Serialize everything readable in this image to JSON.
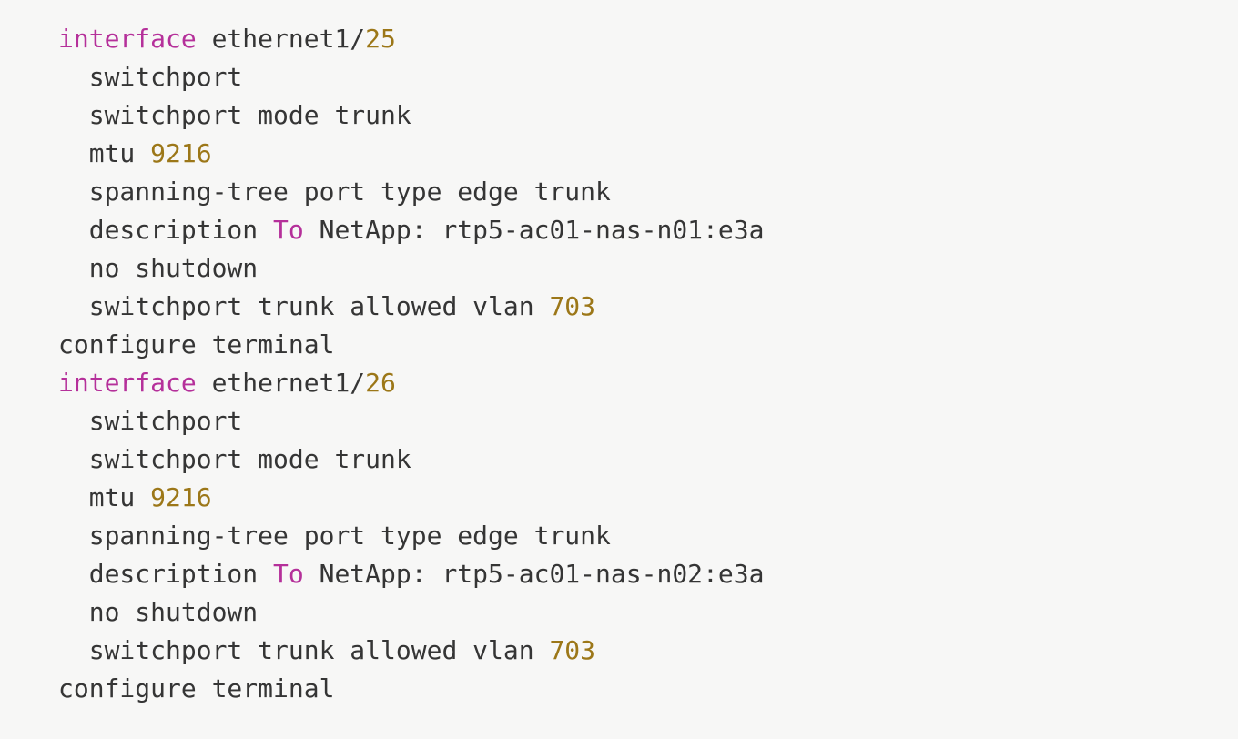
{
  "editor": {
    "language": "cisco-nxos-config",
    "background_color": "#f7f7f6",
    "colors": {
      "plain": "#353535",
      "keyword": "#b5309a",
      "number": "#9c7718"
    },
    "indent": "  ",
    "lines": [
      {
        "indent": 0,
        "tokens": [
          {
            "t": "interface",
            "c": "keyword"
          },
          {
            "t": " ethernet1/",
            "c": "plain"
          },
          {
            "t": "25",
            "c": "number"
          }
        ]
      },
      {
        "indent": 1,
        "tokens": [
          {
            "t": "switchport",
            "c": "plain"
          }
        ]
      },
      {
        "indent": 1,
        "tokens": [
          {
            "t": "switchport mode trunk",
            "c": "plain"
          }
        ]
      },
      {
        "indent": 1,
        "tokens": [
          {
            "t": "mtu ",
            "c": "plain"
          },
          {
            "t": "9216",
            "c": "number"
          }
        ]
      },
      {
        "indent": 1,
        "tokens": [
          {
            "t": "spanning-tree port type edge trunk",
            "c": "plain"
          }
        ]
      },
      {
        "indent": 1,
        "tokens": [
          {
            "t": "description ",
            "c": "plain"
          },
          {
            "t": "To",
            "c": "keyword"
          },
          {
            "t": " NetApp: rtp5-ac01-nas-n01:e3a",
            "c": "plain"
          }
        ]
      },
      {
        "indent": 1,
        "tokens": [
          {
            "t": "no shutdown",
            "c": "plain"
          }
        ]
      },
      {
        "indent": 1,
        "tokens": [
          {
            "t": "switchport trunk allowed vlan ",
            "c": "plain"
          },
          {
            "t": "703",
            "c": "number"
          }
        ]
      },
      {
        "indent": 0,
        "tokens": [
          {
            "t": "configure terminal",
            "c": "plain"
          }
        ]
      },
      {
        "indent": 0,
        "tokens": [
          {
            "t": "interface",
            "c": "keyword"
          },
          {
            "t": " ethernet1/",
            "c": "plain"
          },
          {
            "t": "26",
            "c": "number"
          }
        ]
      },
      {
        "indent": 1,
        "tokens": [
          {
            "t": "switchport",
            "c": "plain"
          }
        ]
      },
      {
        "indent": 1,
        "tokens": [
          {
            "t": "switchport mode trunk",
            "c": "plain"
          }
        ]
      },
      {
        "indent": 1,
        "tokens": [
          {
            "t": "mtu ",
            "c": "plain"
          },
          {
            "t": "9216",
            "c": "number"
          }
        ]
      },
      {
        "indent": 1,
        "tokens": [
          {
            "t": "spanning-tree port type edge trunk",
            "c": "plain"
          }
        ]
      },
      {
        "indent": 1,
        "tokens": [
          {
            "t": "description ",
            "c": "plain"
          },
          {
            "t": "To",
            "c": "keyword"
          },
          {
            "t": " NetApp: rtp5-ac01-nas-n02:e3a",
            "c": "plain"
          }
        ]
      },
      {
        "indent": 1,
        "tokens": [
          {
            "t": "no shutdown",
            "c": "plain"
          }
        ]
      },
      {
        "indent": 1,
        "tokens": [
          {
            "t": "switchport trunk allowed vlan ",
            "c": "plain"
          },
          {
            "t": "703",
            "c": "number"
          }
        ]
      },
      {
        "indent": 0,
        "tokens": [
          {
            "t": "configure terminal",
            "c": "plain"
          }
        ]
      }
    ]
  }
}
